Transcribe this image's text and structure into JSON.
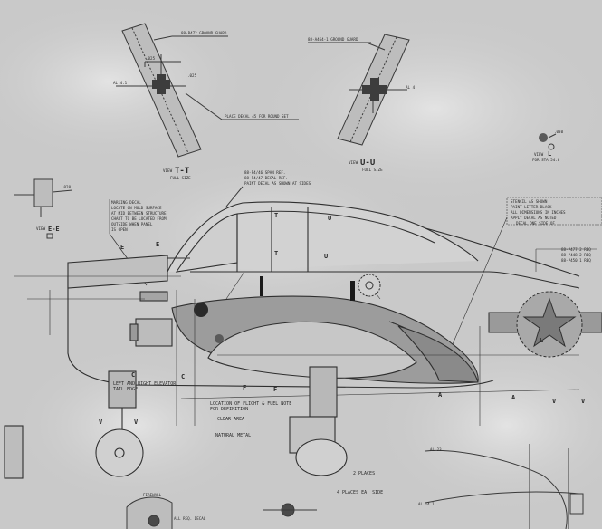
{
  "drawing": {
    "colors": {
      "paper": "#c9c9c9",
      "paper_light": "#e2e2e2",
      "line": "#3a3a3a",
      "shade": "#8c8c8c",
      "dark": "#1e1e1e"
    },
    "section_views": {
      "tt": {
        "letter": "T",
        "title": "VIEW T-T",
        "sub": "FULL SIZE"
      },
      "uu": {
        "letter": "U",
        "title": "VIEW U-U",
        "sub": "FULL SIZE"
      },
      "ee": {
        "letter": "E",
        "title": "VIEW E-E"
      },
      "l": {
        "letter": "L",
        "title": "VIEW L"
      }
    },
    "callouts": {
      "tt_top": "88-P472 GROUND GUARD",
      "uu_top": "88-A464-1 GROUND GUARD",
      "place_decal": "PLACE DECAL 45 FOR ROUND SET",
      "top_center": "88-P4/46 SPAN REF.",
      "top_center_2": "88-P4/47 DECAL REF.",
      "top_center_3": "PAINT DECAL AS SHOWN AT SIDES",
      "marking_note_1": "MARKING DECAL",
      "marking_note_2": "LOCATE ON MOLD SURFACE",
      "marking_note_3": "AT MID BETWEEN STRUCTURE",
      "marking_note_4": "CHART TO BE LOCATED FROM",
      "marking_note_5": "OUTSIDE WHEN PANEL",
      "marking_note_6": "IS OPEN",
      "right_note_1": "STENCIL AS SHOWN",
      "right_note_2": "PAINT LETTER BLACK",
      "right_note_3": "ALL DIMENSIONS IN INCHES",
      "right_note_4": "APPLY DECAL AS NOTED",
      "right_note_5": "DECAL ONE SIDE OF",
      "decal_list": [
        "88-P477  2 REQ",
        "88-P448  2 REQ",
        "88-P450  1 REQ"
      ],
      "location_cockpit": "LOCATION OF FLIGHT & FUEL NOTE",
      "location_cockpit_2": "FOR DEFINITION",
      "clear_area": "CLEAR AREA",
      "left_tire": "LEFT AND RIGHT ELEVATOR",
      "left_tire_2": "TAIL EDGE",
      "firewall": "FIREWALL",
      "all_req": "ALL REQ. DECAL",
      "natural_metal": "NATURAL METAL",
      "bottom_note": "2 PLACES",
      "dim_note": "4 PLACES EA. SIDE",
      "frame_no": "AL 4.1",
      "frame_no_2": "AL 23",
      "frame_no_3": "AL 14.1"
    },
    "section_marks": {
      "E": "E",
      "C": "C",
      "F": "F",
      "V": "V",
      "L": "L",
      "A": "A",
      "T": "T",
      "U": "U"
    }
  }
}
